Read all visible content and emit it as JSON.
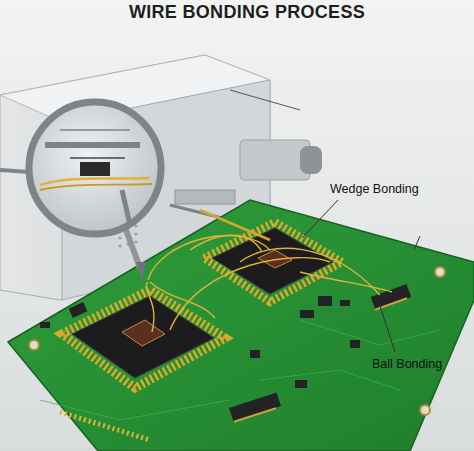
{
  "diagram": {
    "title": "WIRE BONDING PROCESS",
    "labels": [
      "Wedge Bonding",
      "Ball Bonding"
    ]
  }
}
